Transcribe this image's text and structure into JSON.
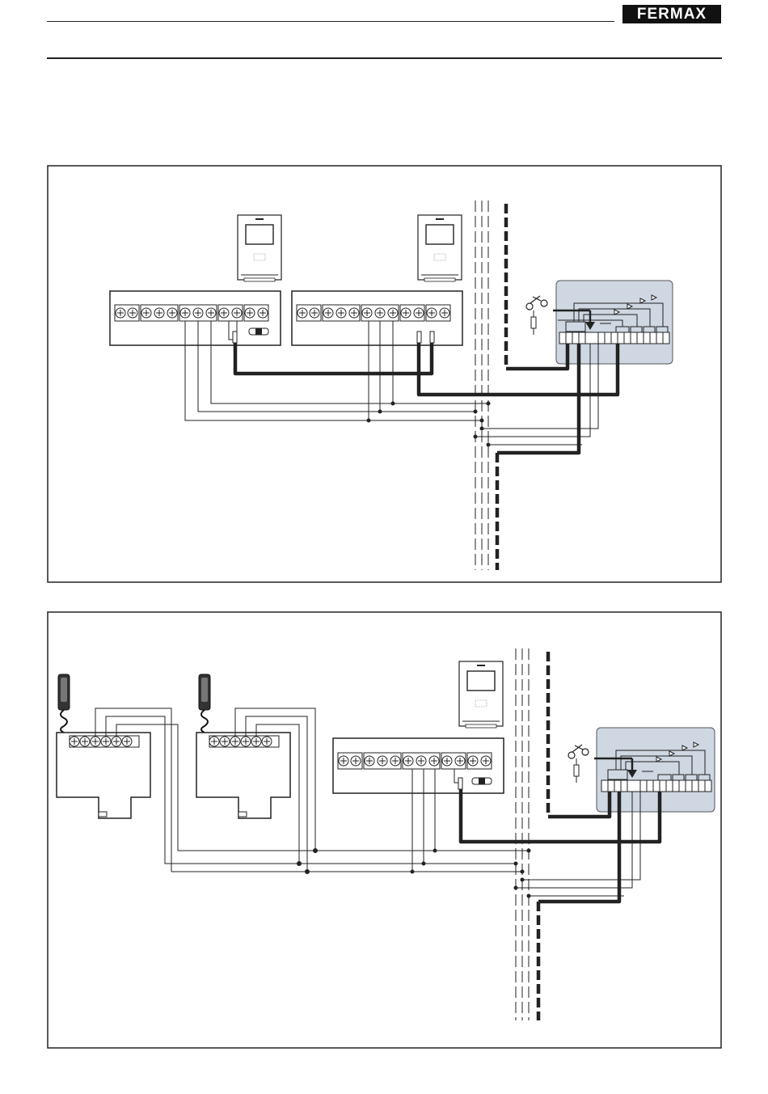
{
  "header": {
    "brand": "FERMAX"
  },
  "diagrams": [
    {
      "name": "wiring-diagram-two-monitors"
    },
    {
      "name": "wiring-diagram-two-handsets-one-monitor"
    }
  ]
}
